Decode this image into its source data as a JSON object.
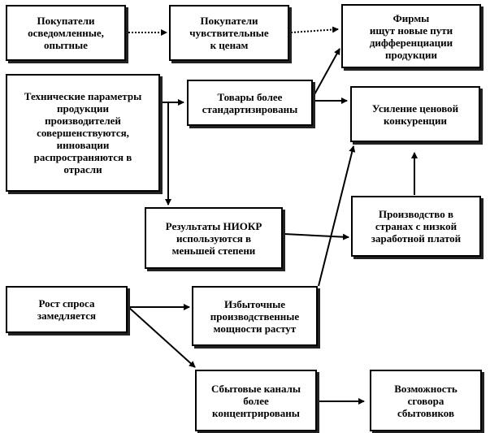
{
  "nodes": [
    {
      "id": "b1",
      "text": "Покупатели\nосведомленные,\nопытные"
    },
    {
      "id": "b2",
      "text": "Покупатели\nчувствительные\nк ценам"
    },
    {
      "id": "b3",
      "text": "Фирмы\nищут новые пути\nдифференциации\nпродукции"
    },
    {
      "id": "b4",
      "text": "Технические параметры\nпродукции\nпроизводителей\nсовершенствуются,\nинновации\nраспространяются в\nотрасли"
    },
    {
      "id": "b5",
      "text": "Товары более\nстандартизированы"
    },
    {
      "id": "b6",
      "text": "Усиление ценовой\nконкуренции"
    },
    {
      "id": "b7",
      "text": "Производство в\nстранах с низкой\nзаработной платой"
    },
    {
      "id": "b8",
      "text": "Результаты НИОКР\nиспользуются в\nменьшей степени"
    },
    {
      "id": "b9",
      "text": "Рост спроса\nзамедляется"
    },
    {
      "id": "b10",
      "text": "Избыточные\nпроизводственные\nмощности растут"
    },
    {
      "id": "b11",
      "text": "Сбытовые каналы\nболее\nконцентрированы"
    },
    {
      "id": "b12",
      "text": "Возможность\nсговора\nсбытовиков"
    }
  ],
  "edges": [
    {
      "from": "b1",
      "to": "b2",
      "style": "dotted"
    },
    {
      "from": "b2",
      "to": "b3",
      "style": "dotted"
    },
    {
      "from": "b4",
      "to": "b5",
      "style": "solid"
    },
    {
      "from": "b5",
      "to": "b3",
      "style": "solid"
    },
    {
      "from": "b5",
      "to": "b6",
      "style": "solid"
    },
    {
      "from": "b4",
      "to": "b8",
      "style": "solid"
    },
    {
      "from": "b8",
      "to": "b7",
      "style": "solid"
    },
    {
      "from": "b7",
      "to": "b6",
      "style": "solid"
    },
    {
      "from": "b10",
      "to": "b6",
      "style": "solid"
    },
    {
      "from": "b9",
      "to": "b10",
      "style": "solid"
    },
    {
      "from": "b9",
      "to": "b11",
      "style": "solid"
    },
    {
      "from": "b11",
      "to": "b12",
      "style": "solid"
    }
  ]
}
